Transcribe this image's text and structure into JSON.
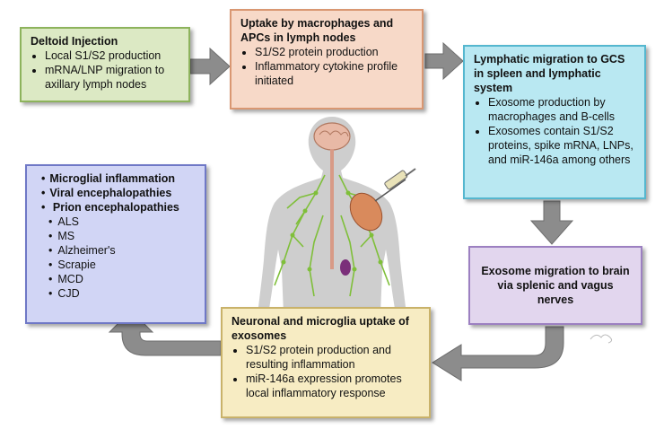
{
  "boxes": {
    "deltoid": {
      "title": "Deltoid Injection",
      "items": [
        "Local S1/S2 production",
        "mRNA/LNP migration to axillary lymph nodes"
      ]
    },
    "uptake": {
      "title": "Uptake by macrophages and APCs in lymph nodes",
      "items": [
        "S1/S2 protein production",
        "Inflammatory cytokine profile initiated"
      ]
    },
    "lymphatic": {
      "title": "Lymphatic migration to GCS in spleen and lymphatic system",
      "items": [
        "Exosome production by macrophages and B-cells",
        "Exosomes contain S1/S2 proteins, spike mRNA, LNPs, and miR-146a among others"
      ]
    },
    "exosome_migration": {
      "title": "Exosome migration to brain via splenic and vagus nerves"
    },
    "neuronal": {
      "title": "Neuronal and microglia uptake of exosomes",
      "items": [
        "S1/S2 protein production and resulting inflammation",
        "miR-146a expression promotes local inflammatory response"
      ]
    },
    "outcomes": {
      "items": [
        "Microglial inflammation",
        "Viral encephalopathies",
        "Prion encephalopathies"
      ],
      "subitems": [
        "ALS",
        "MS",
        "Alzheimer's",
        "Scrapie",
        "MCD",
        "CJD"
      ]
    }
  },
  "colors": {
    "green": "#dce9c4",
    "peach": "#f7d9c8",
    "cyan": "#b9e8f2",
    "lavender": "#e2d6ee",
    "cream": "#f7ecc3",
    "periwinkle": "#d1d5f5",
    "arrow": "#8c8c8c"
  }
}
